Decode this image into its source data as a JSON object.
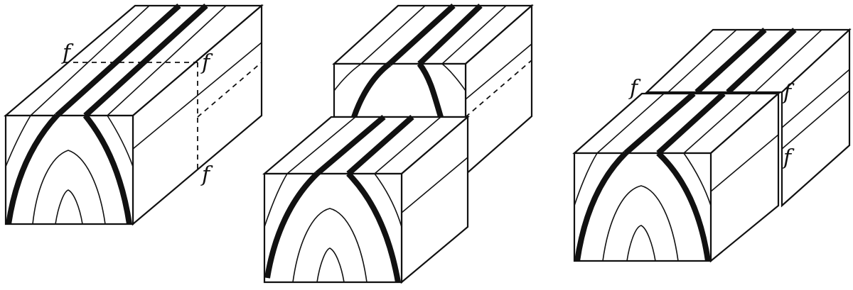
{
  "figure": {
    "fault_label": "f",
    "colors": {
      "ink": "#111111",
      "paper": "#ffffff"
    }
  },
  "blocks": [
    {
      "name": "block-unfaulted",
      "labels": [
        "f",
        "f",
        "f"
      ]
    },
    {
      "name": "block-vertical-offset",
      "labels": []
    },
    {
      "name": "block-lateral-offset",
      "labels": [
        "f",
        "f",
        "f"
      ]
    }
  ]
}
